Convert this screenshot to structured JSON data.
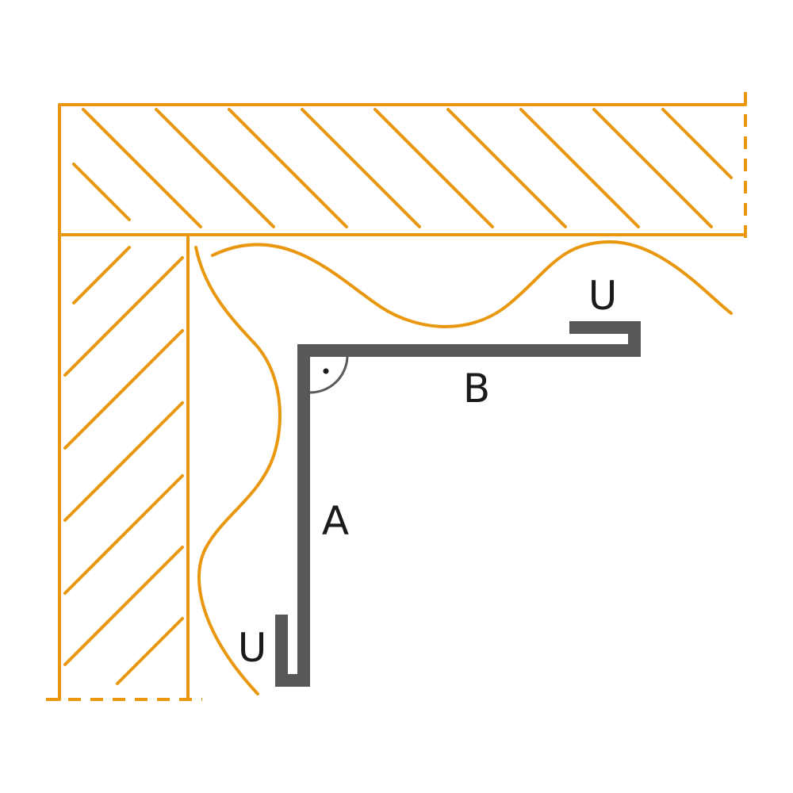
{
  "colors": {
    "wall": "#E8970F",
    "profile": "#58585A",
    "text": "#1a1a1a",
    "angle_arc": "#58585A"
  },
  "labels": {
    "side_a": "A",
    "side_b": "B",
    "hem_top": "U",
    "hem_bottom": "U"
  }
}
